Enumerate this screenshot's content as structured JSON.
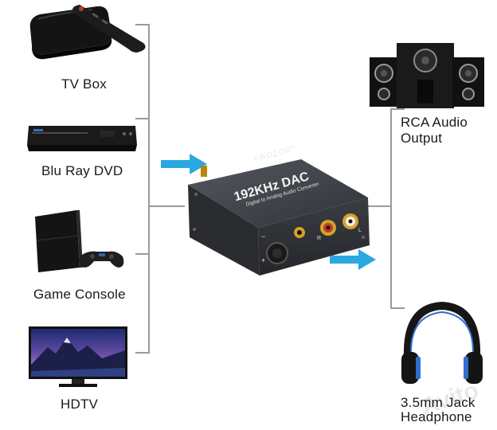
{
  "sources": [
    {
      "label": "TV Box"
    },
    {
      "label": "Blu Ray DVD"
    },
    {
      "label": "Game Console"
    },
    {
      "label": "HDTV"
    }
  ],
  "outputs": [
    {
      "label_line1": "RCA Audio",
      "label_line2": "Output"
    },
    {
      "label_line1": "3.5mm Jack",
      "label_line2": "Headphone"
    }
  ],
  "device": {
    "brand": "PROZOR",
    "registered": "®",
    "model": "192KHz DAC",
    "subtitle": "Digital to Analog Audio Converter",
    "jack_r": "R",
    "jack_l": "L",
    "minus": "−",
    "plus": "+"
  },
  "colors": {
    "arrow": "#2aa8e0",
    "line": "#9a9a9a",
    "device": "#3b3f45"
  },
  "watermark": "Avito"
}
